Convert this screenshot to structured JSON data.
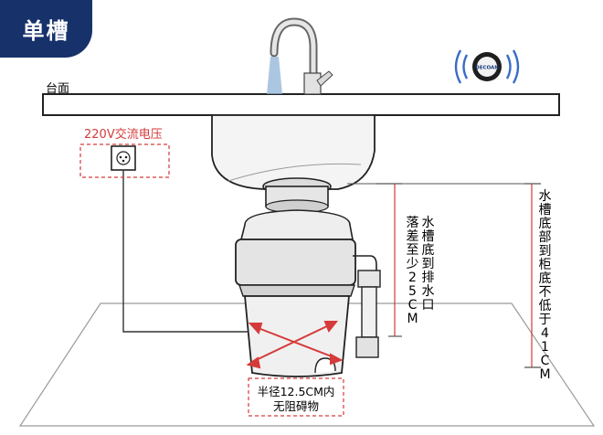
{
  "badge": {
    "label": "单槽"
  },
  "labels": {
    "countertop": "台面",
    "power": "220V交流电压",
    "outlet_diameter_line1": "半径12.5CM内",
    "outlet_diameter_line2": "无阻碍物",
    "drop_col1": "水槽底到排水口",
    "drop_col2": "落差至少25CM",
    "cabinet_height": "水槽底部到柜底不低于41CM",
    "logo_text": "DECOAN"
  },
  "colors": {
    "badge_bg": "#17316a",
    "accent_red": "#d63a3a",
    "line": "#222222",
    "appliance_fill": "#e9e9e9",
    "water": "#8fb3d6"
  },
  "icons": [
    "faucet-icon",
    "wireless-switch-icon",
    "power-outlet-icon"
  ]
}
